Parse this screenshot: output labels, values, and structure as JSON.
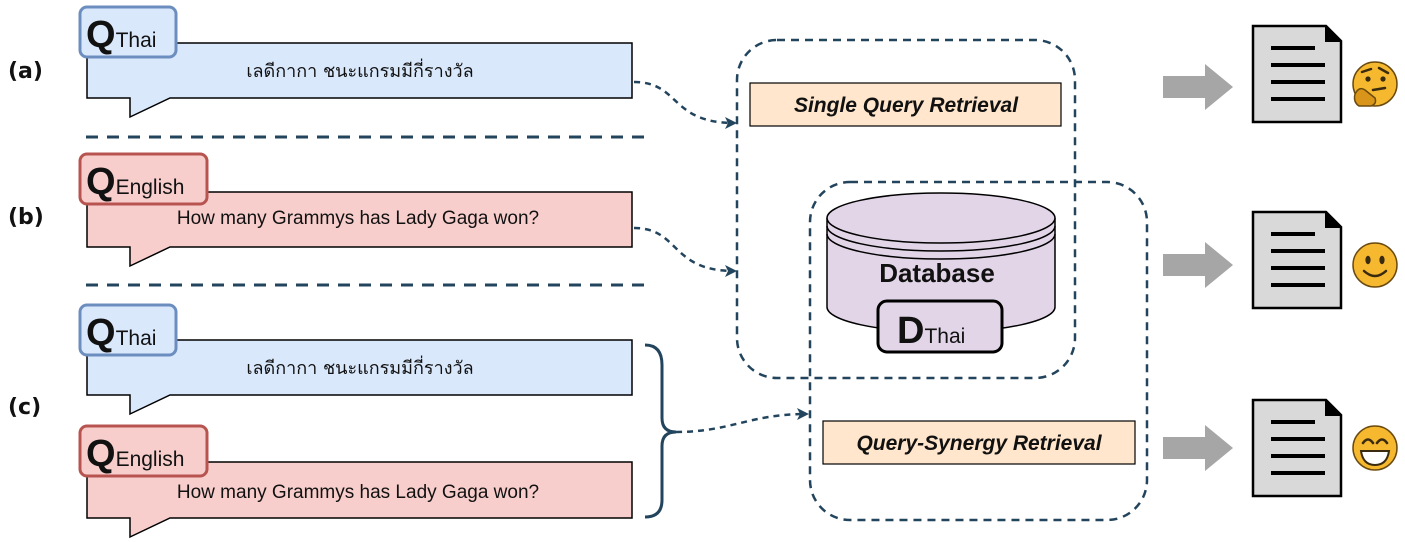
{
  "rows": {
    "a": {
      "label": "(a)"
    },
    "b": {
      "label": "(b)"
    },
    "c": {
      "label": "(c)"
    }
  },
  "queries": {
    "thai": {
      "letter": "Q",
      "lang": "Thai",
      "text": "เลดีกากา ชนะแกรมมีกี่รางวัล"
    },
    "english": {
      "letter": "Q",
      "lang": "English",
      "text": "How many Grammys has Lady Gaga won?"
    }
  },
  "retrieval": {
    "single": "Single Query Retrieval",
    "synergy": "Query-Synergy Retrieval"
  },
  "database": {
    "title": "Database",
    "doc_letter": "D",
    "doc_lang": "Thai"
  },
  "colors": {
    "thai_fill": "#dae8fc",
    "thai_border": "#6c8ebf",
    "english_fill": "#f8cecc",
    "english_border": "#b85450",
    "retrieval_fill": "#ffe6cc",
    "db_fill": "#e1d5e7",
    "dashed": "#23445d",
    "arrow_gray": "#a6a6a6",
    "doc_fill": "#d9d9d9",
    "emoji_fill": "#f5b82e"
  },
  "icons": {
    "document": "document-icon",
    "thinking": "thinking-face-icon",
    "smile": "slightly-smiling-face-icon",
    "grin": "grinning-face-icon"
  }
}
